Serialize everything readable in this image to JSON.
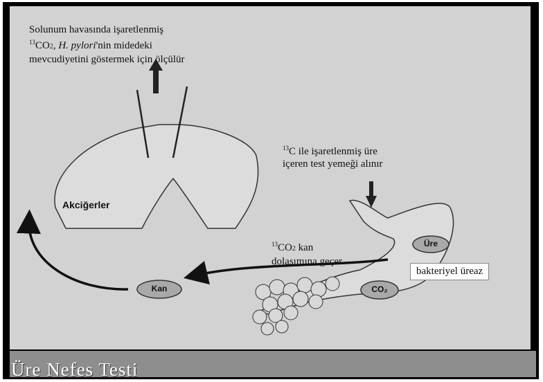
{
  "top_note": {
    "line1": "Solunum havasında işaretlenmiş",
    "line2_sup": "13",
    "line2_a": "CO",
    "line2_sub": "2",
    "line2_b": ", H. pylori",
    "line2_c": "'nin midedeki",
    "line3": "mevcudiyetini göstermek için ölçülür"
  },
  "test_meal": {
    "line1_sup": "13",
    "line1": "C ile işaretlenmiş üre",
    "line2": "içeren test yemeği alınır"
  },
  "co2_note": {
    "line1_sup": "13",
    "line1_a": "CO",
    "line1_sub": "2",
    "line1_b": " kan",
    "line2": "dolaşımına geçer"
  },
  "labels": {
    "lungs": "Akciğerler",
    "blood": "Kan",
    "urea": "Üre",
    "co2": "CO₂",
    "urease": "bakteriyel üreaz"
  },
  "footer": {
    "title": "Üre Nefes Testi"
  },
  "colors": {
    "panel": "#d2d2d2",
    "organ_fill": "#dcdcdc",
    "organ_stroke": "#333333",
    "pill_fill": "#a9a9a9",
    "footer_bar": "#8e8e8e"
  }
}
